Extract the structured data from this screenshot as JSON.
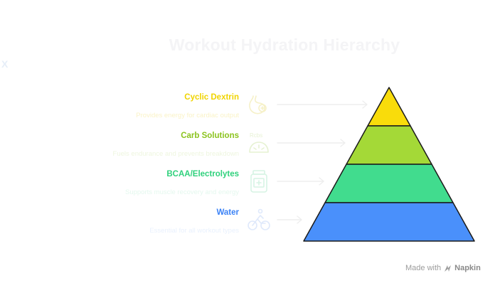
{
  "title": "Workout Hydration Hierarchy",
  "close_label": "X",
  "levels": [
    {
      "name": "Cyclic Dextrin",
      "description": "Provides energy for cardiac output",
      "color": "#f9dc0b",
      "icon": "stomach-icon"
    },
    {
      "name": "Carb Solutions",
      "description": "Fuels endurance and prevents breakdown",
      "icon_text": "Rcbs",
      "color": "#a4d937",
      "icon": "scale-icon"
    },
    {
      "name": "BCAA/Electrolytes",
      "description": "Supports muscle recovery and energy",
      "color": "#41dc8e",
      "icon": "supplement-jar-icon"
    },
    {
      "name": "Water",
      "description": "Essential for all workout types",
      "color": "#4a90fb",
      "icon": "cycling-icon"
    }
  ],
  "watermark": {
    "prefix": "Made with",
    "brand": "Napkin"
  }
}
